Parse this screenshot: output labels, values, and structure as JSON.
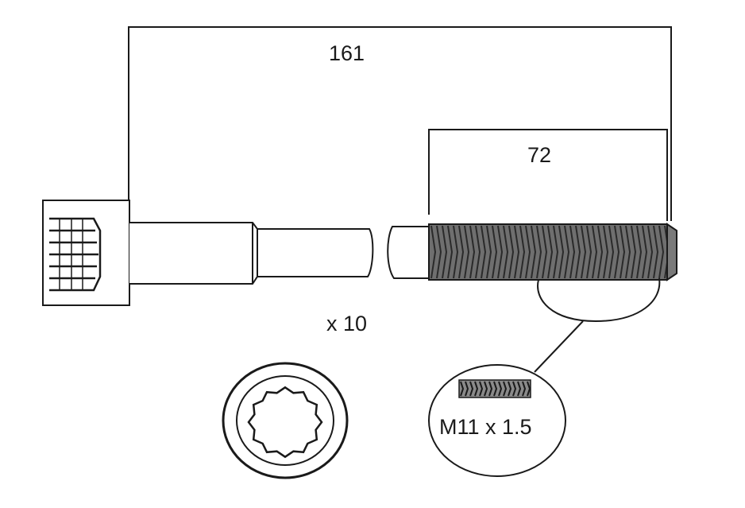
{
  "diagram": {
    "dimension_overall": "161",
    "dimension_thread": "72",
    "quantity": "x 10",
    "thread_spec": "M11 x 1.5"
  },
  "colors": {
    "line": "#1a1a1a",
    "background": "#ffffff"
  }
}
